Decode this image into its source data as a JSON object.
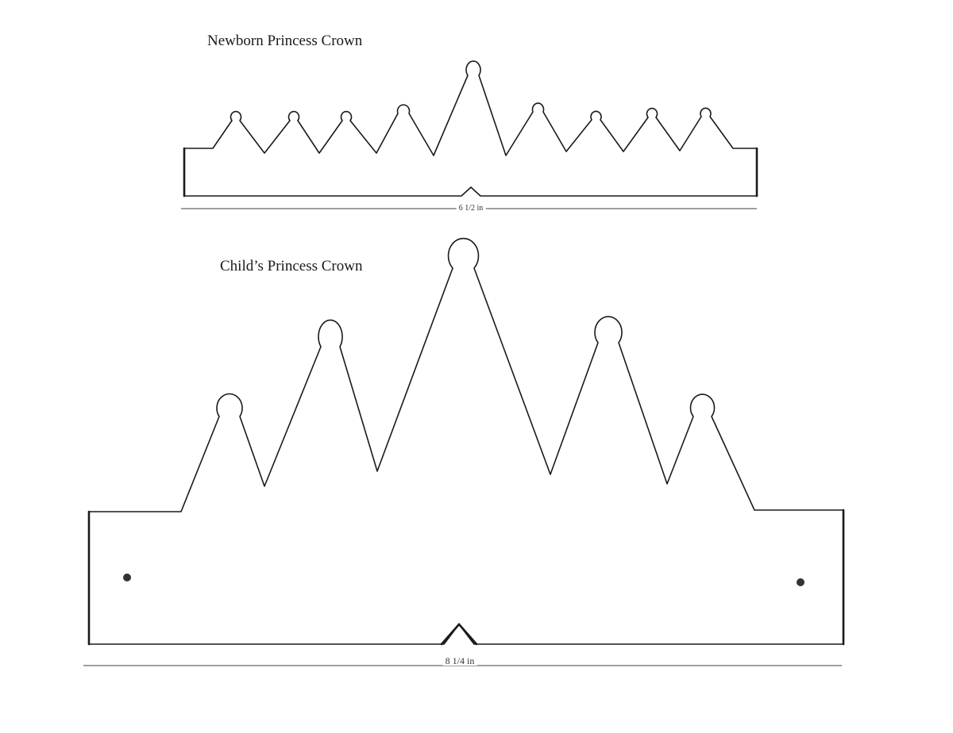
{
  "templates": {
    "newborn": {
      "title": "Newborn Princess Crown",
      "width_label": "6 1/2 in"
    },
    "child": {
      "title": "Child’s Princess Crown",
      "width_label": "8 1/4 in"
    }
  },
  "colors": {
    "outline": "#1a1a1a",
    "dimension_line": "#666666",
    "background": "#ffffff"
  }
}
